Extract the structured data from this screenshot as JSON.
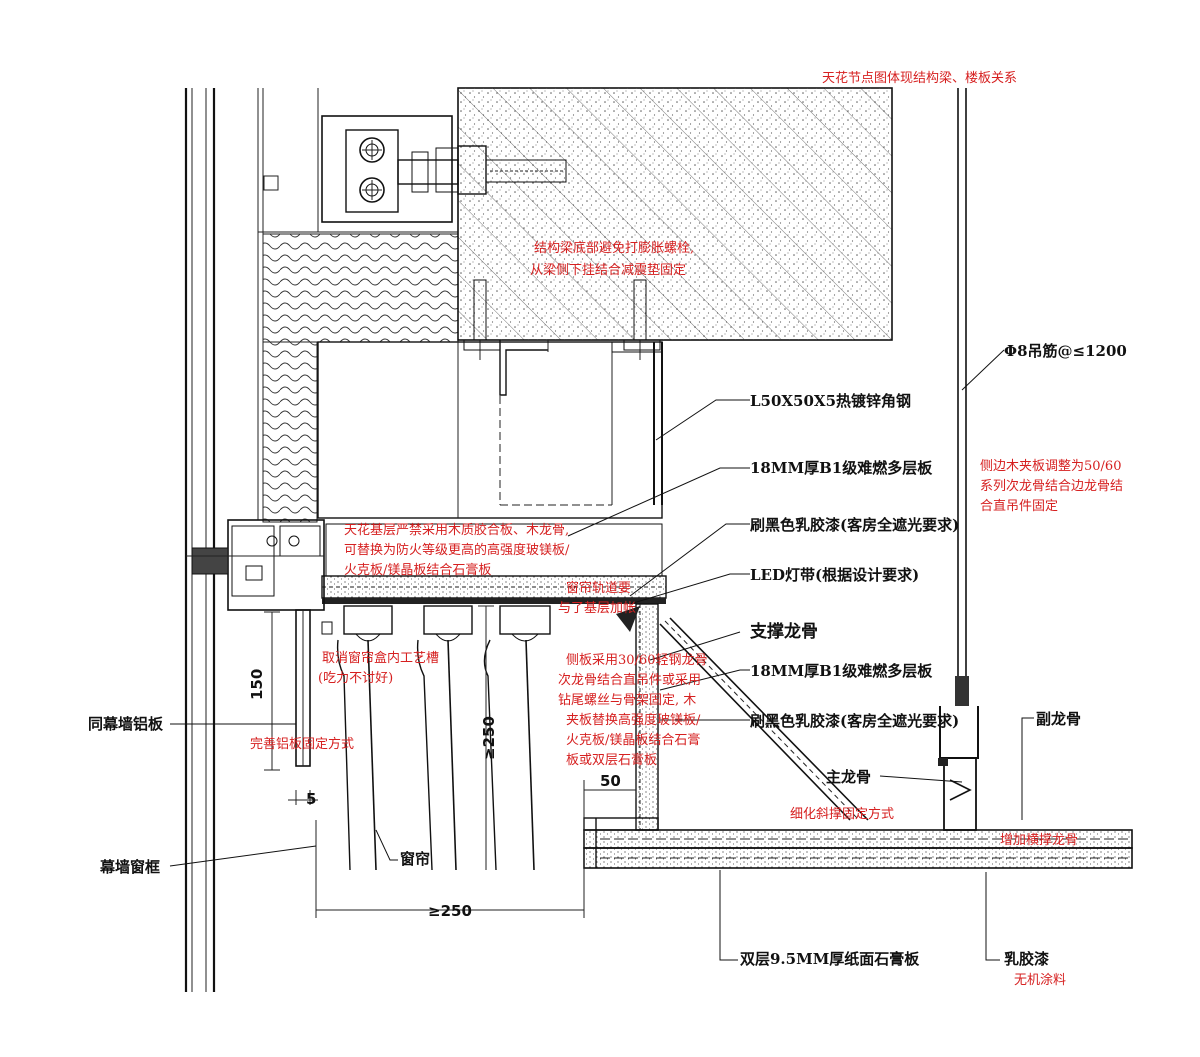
{
  "labels": {
    "hanger_rod": "Φ8吊筋@≤1200",
    "angle_steel": "L50X50X5热镀锌角钢",
    "plywood_1": "18MM厚B1级难燃多层板",
    "black_paint_1": "刷黑色乳胶漆(客房全遮光要求)",
    "led_strip": "LED灯带(根据设计要求)",
    "support_keel": "支撑龙骨",
    "plywood_2": "18MM厚B1级难燃多层板",
    "black_paint_2": "刷黑色乳胶漆(客房全遮光要求)",
    "secondary_keel": "副龙骨",
    "main_keel": "主龙骨",
    "aluminum_panel": "同幕墙铝板",
    "curtain_wall_frame": "幕墙窗框",
    "curtain": "窗帘",
    "gypsum_board": "双层9.5MM厚纸面石膏板",
    "latex_paint": "乳胶漆"
  },
  "dimensions": {
    "d150": "150",
    "d5": "5",
    "d250_v": "≥250",
    "d250_h": "≥250",
    "d50": "50"
  },
  "notes": {
    "n_top": "天花节点图体现结构梁、楼板关系",
    "n_beam_1": "结构梁底部避免打膨胀螺栓,",
    "n_beam_2": "从梁侧下挂结合减震垫固定",
    "n_side_1": "侧边木夹板调整为50/60",
    "n_side_2": "系列次龙骨结合边龙骨结",
    "n_side_3": "合直吊件固定",
    "n_base_1": "天花基层严禁采用木质胶合板、木龙骨,",
    "n_base_2": "可替换为防火等级更高的高强度玻镁板/",
    "n_base_3": "火克板/镁晶板结合石膏板",
    "n_track_1": "窗帘轨道要",
    "n_track_2": "与了基层加帐",
    "n_groove_1": "取消窗帘盒内工艺槽",
    "n_groove_2": "(吃力不讨好)",
    "n_alu": "完善铝板固定方式",
    "n_board_1": "侧板采用30/60轻钢龙骨",
    "n_board_2": "次龙骨结合直吊件或采用",
    "n_board_3": "钻尾螺丝与骨架固定, 木",
    "n_board_4": "夹板替换高强度玻镁板/",
    "n_board_5": "火克板/镁晶板结合石膏",
    "n_board_6": "板或双层石膏板",
    "n_brace": "细化斜撑固定方式",
    "n_crossbar": "增加横撑龙骨",
    "n_coating": "无机涂料"
  },
  "colors": {
    "ink": "#111111",
    "annotation": "#d62020",
    "hatch": "#444444",
    "dim_grey": "#888888"
  }
}
